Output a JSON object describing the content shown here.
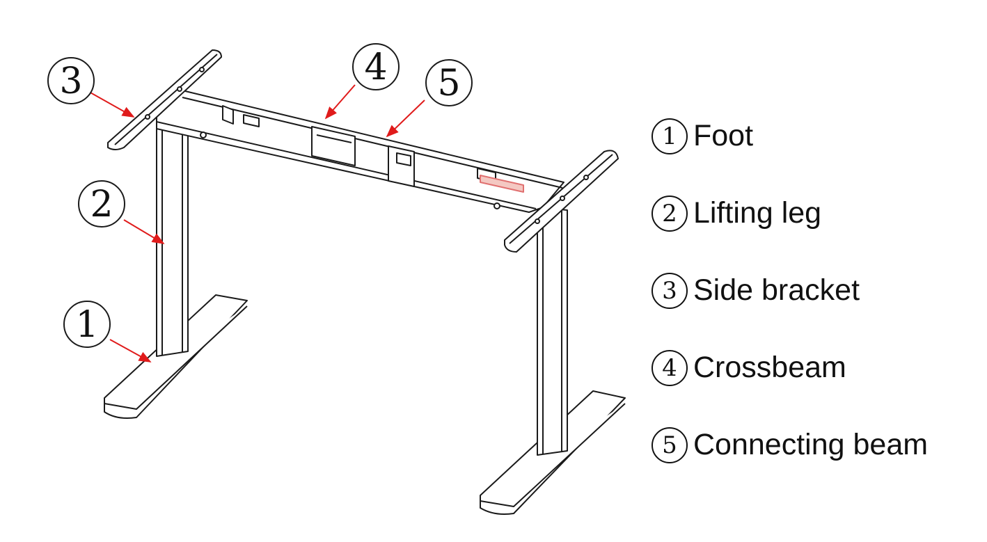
{
  "callouts": [
    {
      "number": "1",
      "label": "Foot"
    },
    {
      "number": "2",
      "label": "Lifting leg"
    },
    {
      "number": "3",
      "label": "Side bracket"
    },
    {
      "number": "4",
      "label": "Crossbeam"
    },
    {
      "number": "5",
      "label": "Connecting beam"
    }
  ],
  "colors": {
    "line": "#1a1a1a",
    "arrow": "#e01b1b",
    "background": "#ffffff"
  }
}
